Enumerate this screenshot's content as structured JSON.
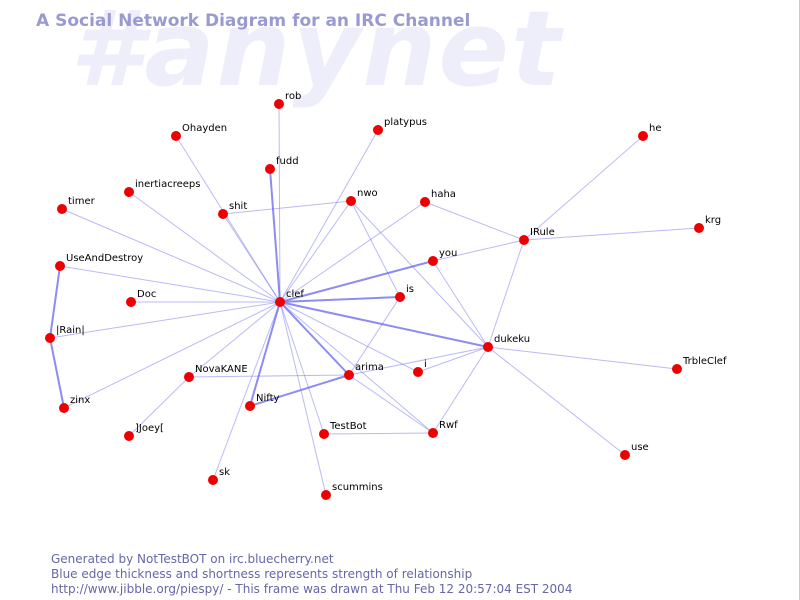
{
  "watermark": "#anynet",
  "title": "A Social Network Diagram for an IRC Channel",
  "footer": {
    "line1": "Generated by NotTestBOT on irc.bluecherry.net",
    "line2": "Blue edge thickness and shortness represents strength of relationship",
    "line3": "http://www.jibble.org/piespy/ - This frame was drawn at Thu Feb 12 20:57:04 EST 2004"
  },
  "colors": {
    "node": "#ee0000",
    "edge": "#6666ee",
    "title": "#9a9ad2",
    "watermark": "#eeeefa",
    "footer": "#6666a8"
  },
  "nodes": [
    {
      "id": "rob",
      "label": "rob"
    },
    {
      "id": "platypus",
      "label": "platypus"
    },
    {
      "id": "ohayden",
      "label": "Ohayden"
    },
    {
      "id": "he",
      "label": "he"
    },
    {
      "id": "fudd",
      "label": "fudd"
    },
    {
      "id": "inertiacreeps",
      "label": "inertiacreeps"
    },
    {
      "id": "nwo",
      "label": "nwo"
    },
    {
      "id": "haha",
      "label": "haha"
    },
    {
      "id": "timer",
      "label": "timer"
    },
    {
      "id": "shit",
      "label": "shit"
    },
    {
      "id": "krg",
      "label": "krg"
    },
    {
      "id": "irule",
      "label": "IRule"
    },
    {
      "id": "you",
      "label": "you"
    },
    {
      "id": "useanddestroy",
      "label": "UseAndDestroy"
    },
    {
      "id": "clef",
      "label": "clef"
    },
    {
      "id": "is",
      "label": "is"
    },
    {
      "id": "doc",
      "label": "Doc"
    },
    {
      "id": "irain",
      "label": "|Rain|"
    },
    {
      "id": "dukeku",
      "label": "dukeku"
    },
    {
      "id": "novakane",
      "label": "NovaKANE"
    },
    {
      "id": "i",
      "label": "i"
    },
    {
      "id": "arima",
      "label": "arima"
    },
    {
      "id": "trbleclef",
      "label": "TrbleClef"
    },
    {
      "id": "zinx",
      "label": "zinx"
    },
    {
      "id": "nifty",
      "label": "Nifty"
    },
    {
      "id": "joey",
      "label": "]Joey["
    },
    {
      "id": "testbot",
      "label": "TestBot"
    },
    {
      "id": "rwf",
      "label": "Rwf"
    },
    {
      "id": "use",
      "label": "use"
    },
    {
      "id": "sk",
      "label": "sk"
    },
    {
      "id": "scummins",
      "label": "scummins"
    }
  ],
  "edges": [
    {
      "from": "clef",
      "to": "rob",
      "weight": 1
    },
    {
      "from": "clef",
      "to": "platypus",
      "weight": 1
    },
    {
      "from": "clef",
      "to": "ohayden",
      "weight": 1
    },
    {
      "from": "clef",
      "to": "fudd",
      "weight": 2
    },
    {
      "from": "clef",
      "to": "inertiacreeps",
      "weight": 1
    },
    {
      "from": "clef",
      "to": "nwo",
      "weight": 1
    },
    {
      "from": "clef",
      "to": "haha",
      "weight": 1
    },
    {
      "from": "clef",
      "to": "timer",
      "weight": 1
    },
    {
      "from": "clef",
      "to": "shit",
      "weight": 1
    },
    {
      "from": "clef",
      "to": "you",
      "weight": 2
    },
    {
      "from": "clef",
      "to": "useanddestroy",
      "weight": 1
    },
    {
      "from": "clef",
      "to": "is",
      "weight": 2
    },
    {
      "from": "clef",
      "to": "doc",
      "weight": 1
    },
    {
      "from": "clef",
      "to": "irain",
      "weight": 1
    },
    {
      "from": "clef",
      "to": "dukeku",
      "weight": 2
    },
    {
      "from": "clef",
      "to": "novakane",
      "weight": 1
    },
    {
      "from": "clef",
      "to": "i",
      "weight": 1
    },
    {
      "from": "clef",
      "to": "arima",
      "weight": 2
    },
    {
      "from": "clef",
      "to": "zinx",
      "weight": 1
    },
    {
      "from": "clef",
      "to": "nifty",
      "weight": 2
    },
    {
      "from": "clef",
      "to": "testbot",
      "weight": 1
    },
    {
      "from": "clef",
      "to": "rwf",
      "weight": 1
    },
    {
      "from": "clef",
      "to": "sk",
      "weight": 1
    },
    {
      "from": "clef",
      "to": "scummins",
      "weight": 1
    },
    {
      "from": "shit",
      "to": "nwo",
      "weight": 1
    },
    {
      "from": "nwo",
      "to": "is",
      "weight": 1
    },
    {
      "from": "nwo",
      "to": "dukeku",
      "weight": 1
    },
    {
      "from": "haha",
      "to": "irule",
      "weight": 1
    },
    {
      "from": "you",
      "to": "irule",
      "weight": 1
    },
    {
      "from": "you",
      "to": "dukeku",
      "weight": 1
    },
    {
      "from": "irule",
      "to": "he",
      "weight": 1
    },
    {
      "from": "irule",
      "to": "krg",
      "weight": 1
    },
    {
      "from": "irule",
      "to": "dukeku",
      "weight": 1
    },
    {
      "from": "is",
      "to": "arima",
      "weight": 1
    },
    {
      "from": "dukeku",
      "to": "i",
      "weight": 1
    },
    {
      "from": "dukeku",
      "to": "arima",
      "weight": 1
    },
    {
      "from": "dukeku",
      "to": "rwf",
      "weight": 1
    },
    {
      "from": "dukeku",
      "to": "trbleclef",
      "weight": 1
    },
    {
      "from": "dukeku",
      "to": "use",
      "weight": 1
    },
    {
      "from": "arima",
      "to": "novakane",
      "weight": 1
    },
    {
      "from": "arima",
      "to": "nifty",
      "weight": 2
    },
    {
      "from": "arima",
      "to": "rwf",
      "weight": 1
    },
    {
      "from": "testbot",
      "to": "rwf",
      "weight": 1
    },
    {
      "from": "useanddestroy",
      "to": "irain",
      "weight": 2
    },
    {
      "from": "irain",
      "to": "zinx",
      "weight": 2
    },
    {
      "from": "novakane",
      "to": "joey",
      "weight": 1
    }
  ]
}
